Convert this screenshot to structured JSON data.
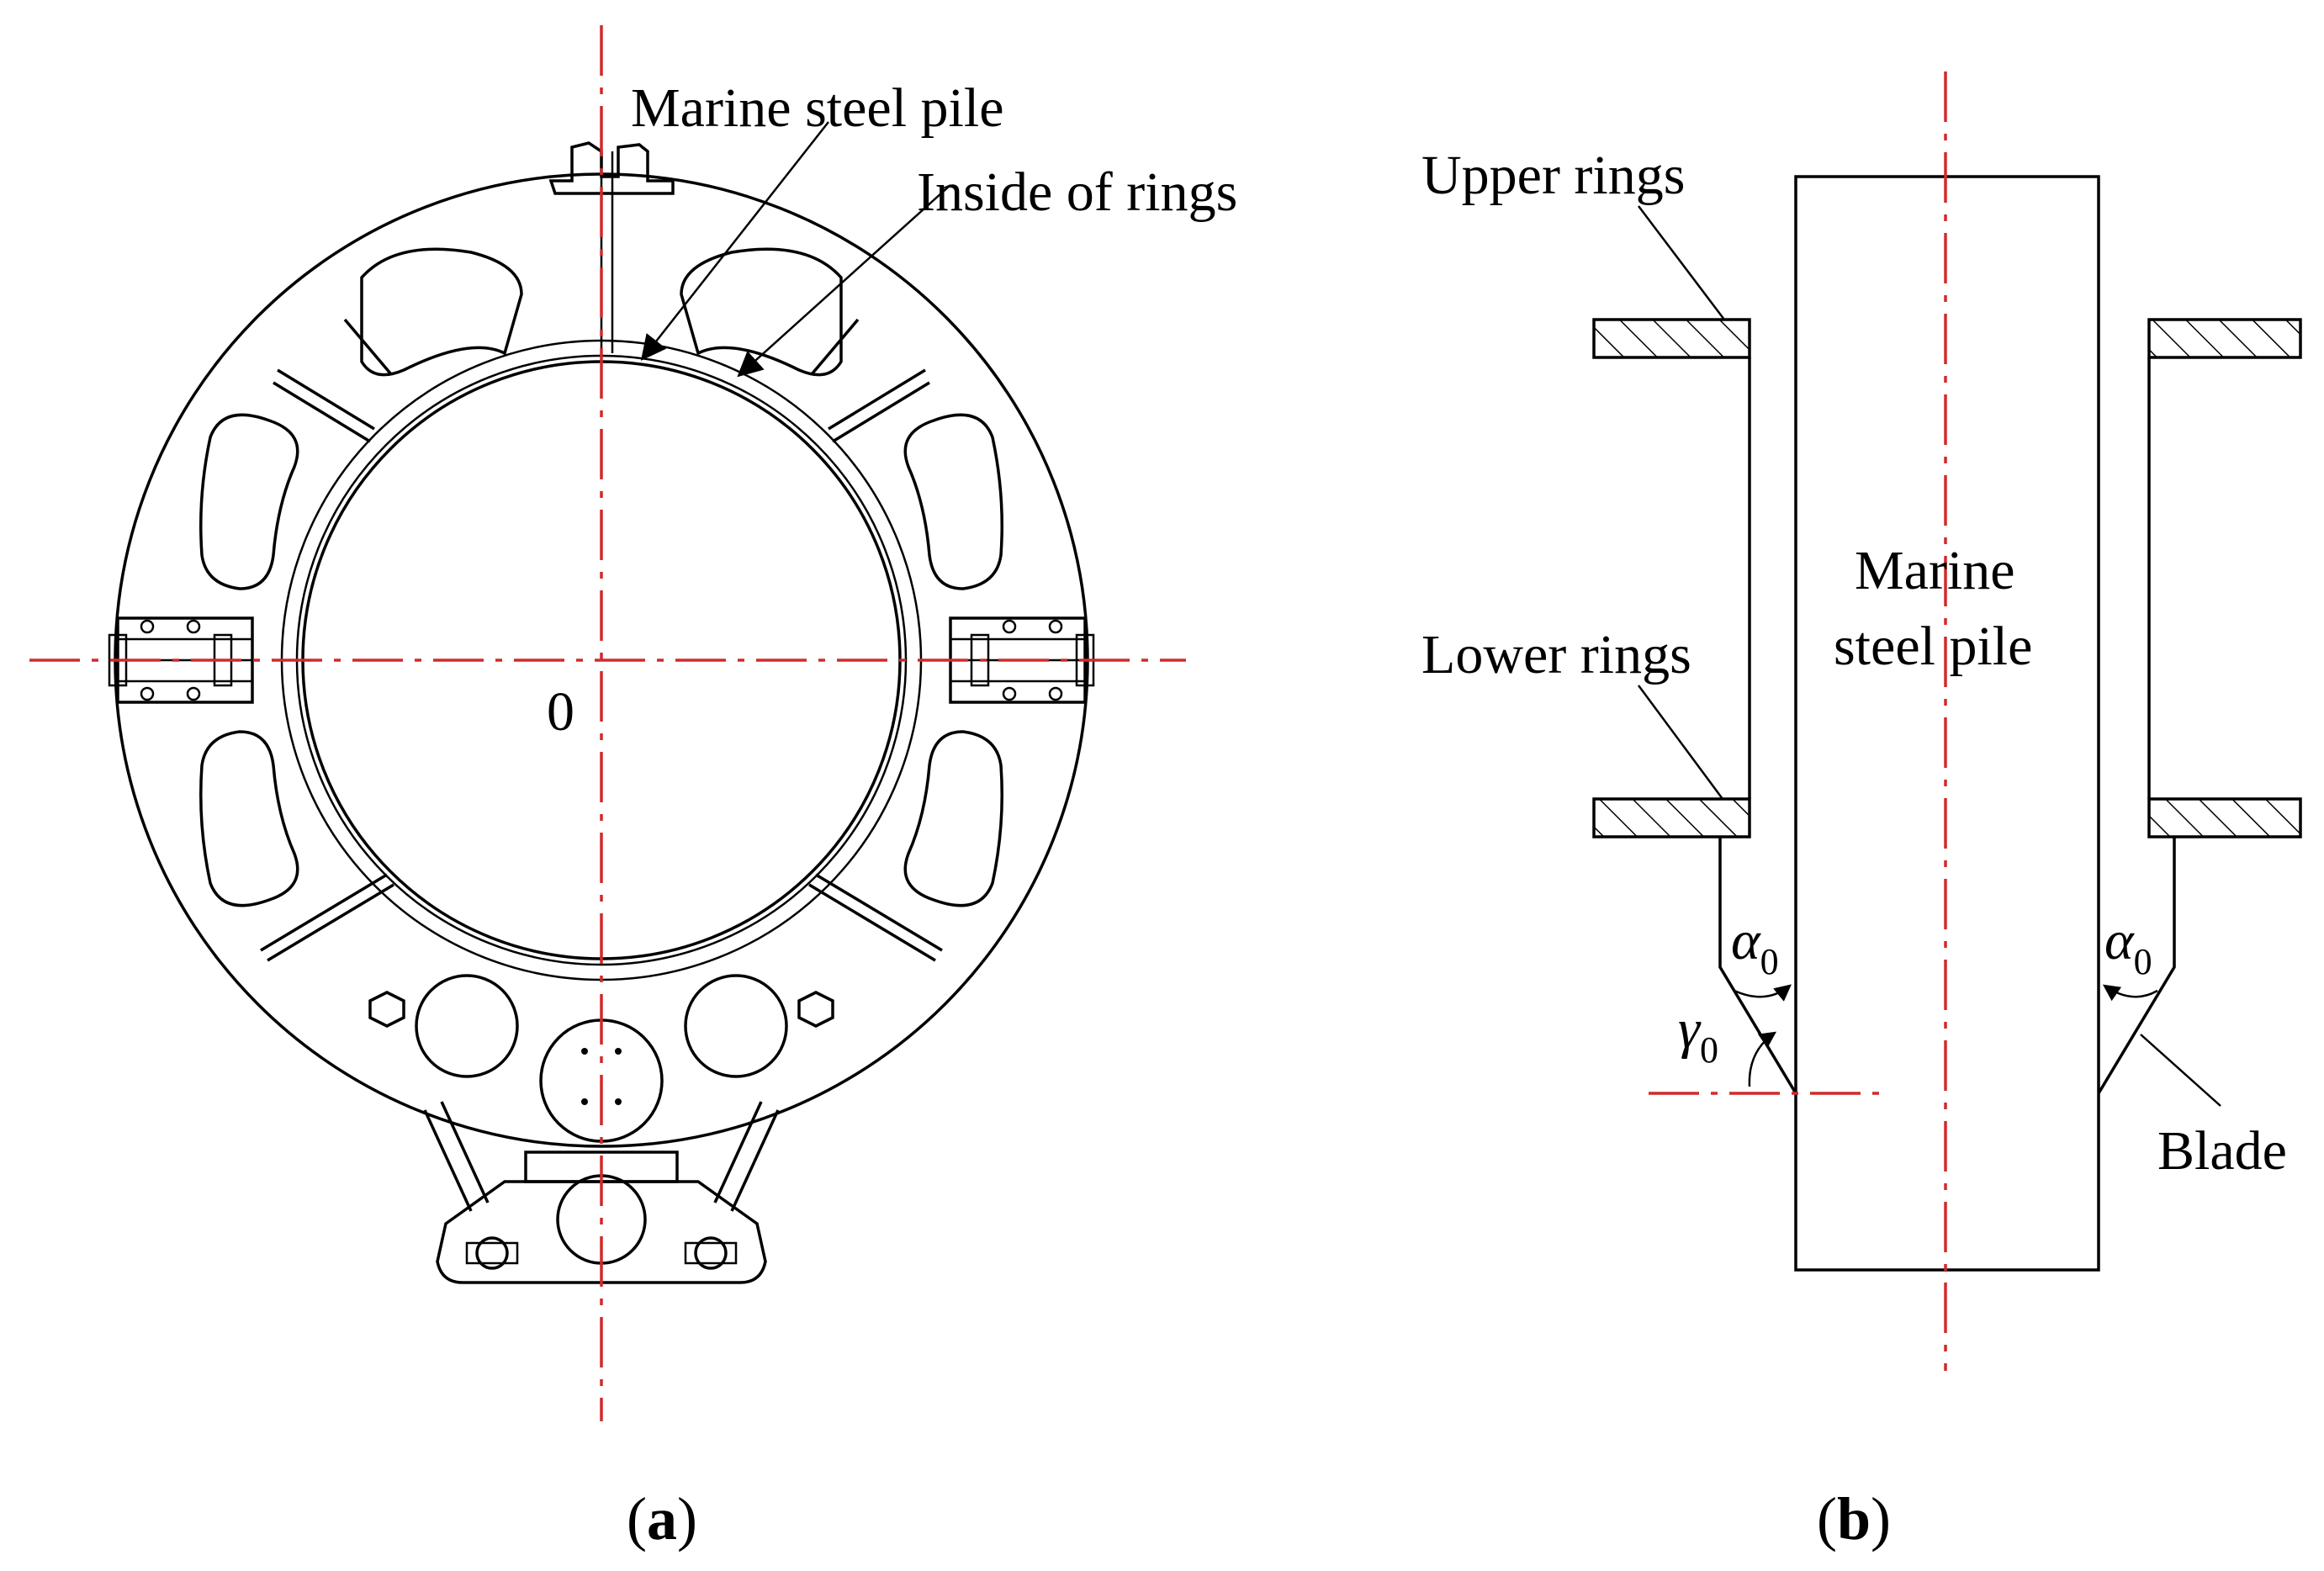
{
  "figure": {
    "panel_a": {
      "caption_letter": "a",
      "labels": {
        "marine_steel_pile": "Marine steel pile",
        "inside_of_rings": "Inside of rings",
        "center": "0"
      }
    },
    "panel_b": {
      "caption_letter": "b",
      "labels": {
        "upper_rings": "Upper rings",
        "lower_rings": "Lower rings",
        "pile_line1": "Marine",
        "pile_line2": "steel pile",
        "blade": "Blade",
        "alpha": "α",
        "gamma": "γ",
        "subscript": "0"
      }
    },
    "colors": {
      "lines": "#000000",
      "centerline": "#d12a2a",
      "background": "#ffffff"
    }
  }
}
